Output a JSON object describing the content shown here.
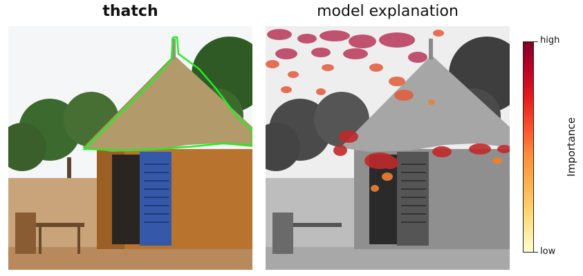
{
  "left_panel": {
    "title": "thatch"
  },
  "right_panel": {
    "title": "model explanation"
  },
  "colorbar": {
    "high_label": "high",
    "low_label": "low",
    "axis_label": "Importance",
    "colors": [
      "#ffffcc",
      "#fed976",
      "#feb24c",
      "#fd8d3c",
      "#fc4e2a",
      "#e31a1c",
      "#bd0026",
      "#800026"
    ]
  },
  "colors": {
    "outline": "#22ee22",
    "thatch": "#b39a6a",
    "wall": "#b8742e",
    "door": "#3558a8",
    "ground": "#c9a47a",
    "sky": "#f4f6f8",
    "tree": "#3c6a2e"
  }
}
